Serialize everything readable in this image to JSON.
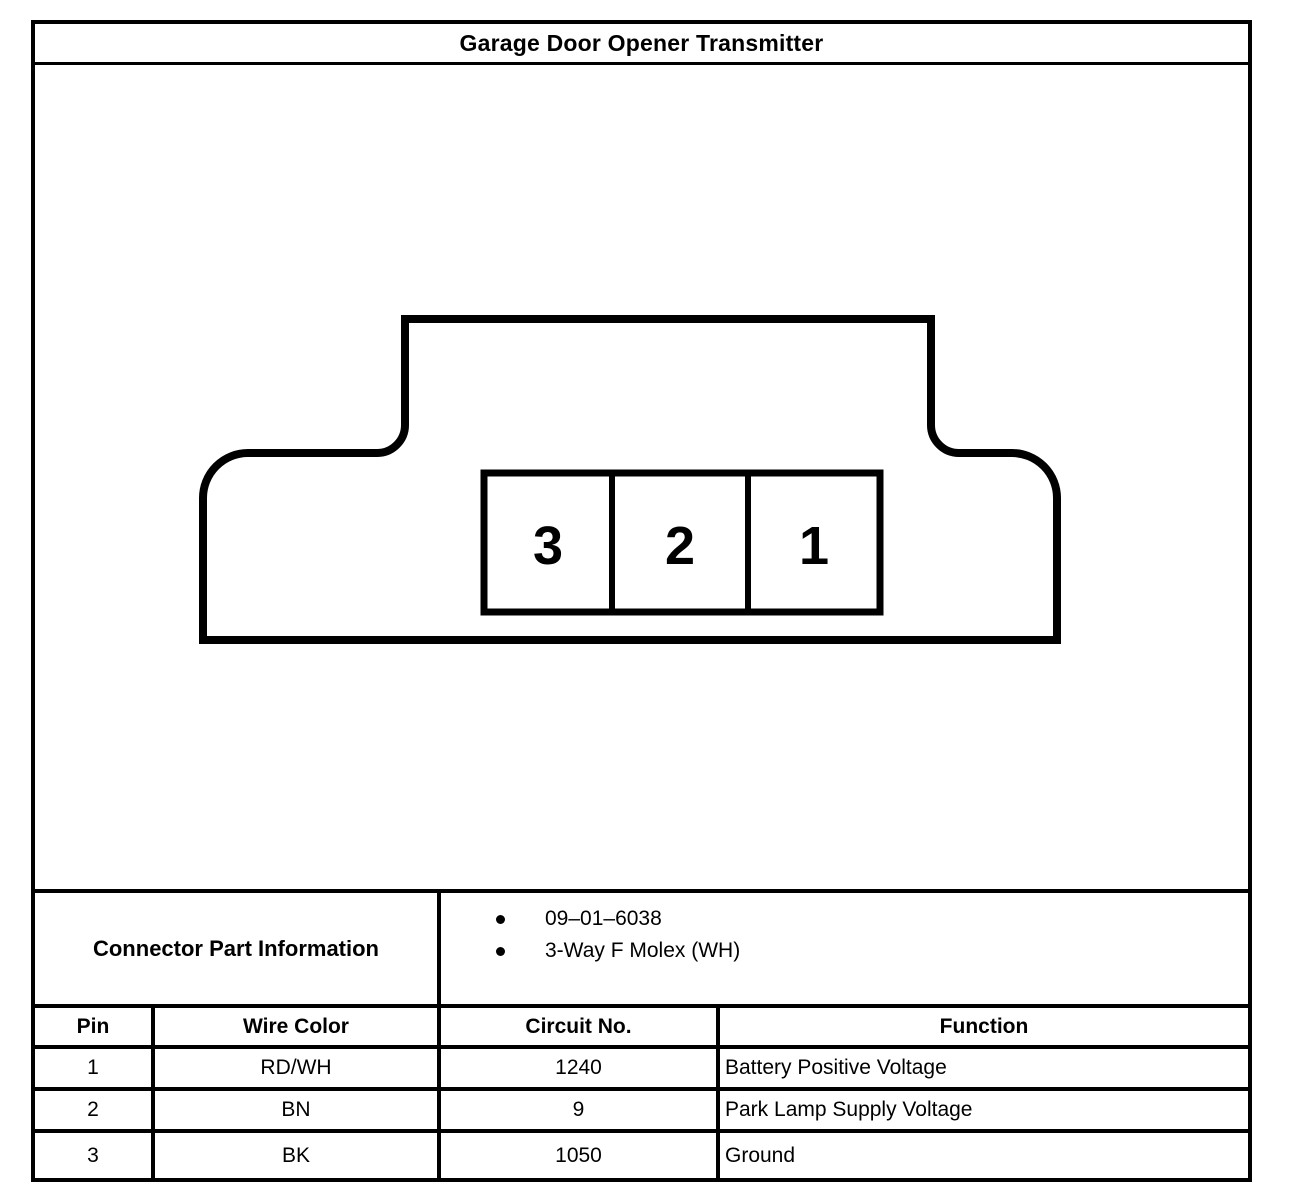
{
  "title": "Garage Door Opener Transmitter",
  "connector": {
    "description": "3-cavity connector face view",
    "pins": [
      "3",
      "2",
      "1"
    ]
  },
  "part_info": {
    "label": "Connector Part Information",
    "items": [
      "09–01–6038",
      "3-Way F Molex (WH)"
    ]
  },
  "pin_table": {
    "headers": [
      "Pin",
      "Wire Color",
      "Circuit No.",
      "Function"
    ],
    "rows": [
      {
        "pin": "1",
        "wire_color": "RD/WH",
        "circuit_no": "1240",
        "function": "Battery Positive Voltage"
      },
      {
        "pin": "2",
        "wire_color": "BN",
        "circuit_no": "9",
        "function": "Park Lamp Supply Voltage"
      },
      {
        "pin": "3",
        "wire_color": "BK",
        "circuit_no": "1050",
        "function": "Ground"
      }
    ]
  },
  "colors": {
    "line": "#000000",
    "background": "#ffffff"
  }
}
